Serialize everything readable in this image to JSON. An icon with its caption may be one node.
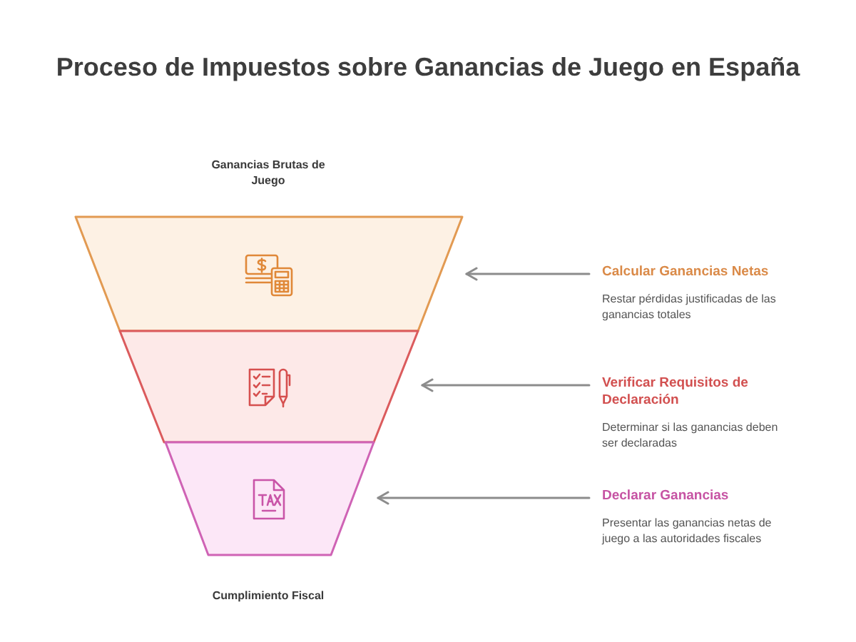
{
  "diagram": {
    "title": "Proceso de Impuestos sobre Ganancias de Juego en España",
    "nodes": [
      {
        "text": [],
        "shape": "trapezoid"
      },
      {
        "text": [],
        "shape": "trapezoid"
      },
      {
        "text": [],
        "shape": "trapezoid"
      },
      {
        "text": [
          "Calcular Ganancias Netas",
          "Restar pérdidas justificadas de las ganancias totales"
        ]
      },
      {
        "text": [
          "Verificar Requisitos de Declaración",
          "Determinar si las ganancias deben ser declaradas"
        ]
      },
      {
        "text": [
          "Declarar Ganancias",
          "Presentar las ganancias netas de juego a las autoridades fiscales"
        ]
      }
    ],
    "edges": [
      {
        "from": 3,
        "to": 0,
        "arrow": "to"
      },
      {
        "from": 4,
        "to": 1,
        "arrow": "to"
      },
      {
        "from": 5,
        "to": 2,
        "arrow": "to"
      }
    ],
    "labels": [
      "Ganancias Brutas de Juego",
      "Cumplimiento Fiscal"
    ]
  }
}
